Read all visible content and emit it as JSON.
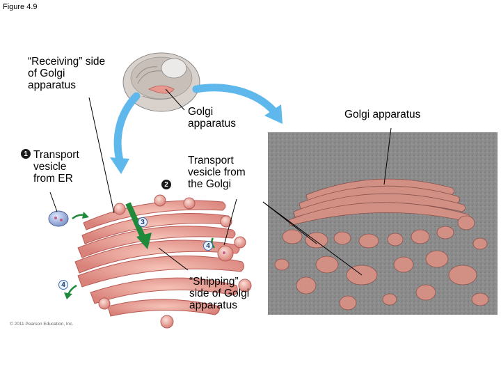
{
  "figure_label": "Figure 4.9",
  "labels": {
    "receiving_side": "“Receiving” side\nof Golgi\napparatus",
    "golgi_apparatus_center": "Golgi\napparatus",
    "golgi_apparatus_micrograph": "Golgi apparatus",
    "transport_vesicle_er": "Transport\nvesicle\nfrom ER",
    "transport_vesicle_golgi": "Transport\nvesicle from\nthe Golgi",
    "shipping_side": "“Shipping”\nside of Golgi\napparatus"
  },
  "steps": {
    "one": "1",
    "two": "2",
    "three": "3",
    "four_a": "4",
    "four_b": "4"
  },
  "copyright": "© 2011 Pearson Education, Inc.",
  "colors": {
    "membrane": "#e8998f",
    "membrane_dark": "#b85a55",
    "arrow_blue": "#5fb8ec",
    "arrow_green": "#1e8a3a",
    "micrograph_bg": "#8a8a8a"
  }
}
